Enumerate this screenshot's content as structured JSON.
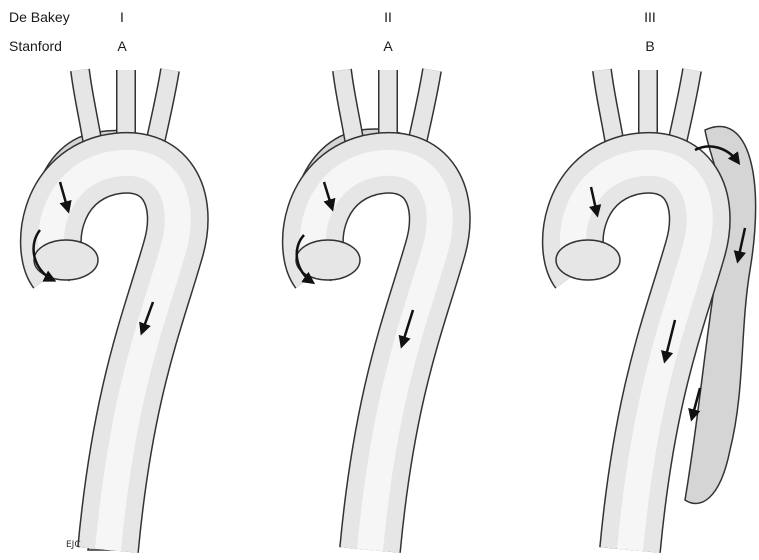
{
  "rows": {
    "debakey": "De Bakey",
    "stanford": "Stanford"
  },
  "columns": [
    {
      "debakey": "I",
      "stanford": "A"
    },
    {
      "debakey": "II",
      "stanford": "A"
    },
    {
      "debakey": "III",
      "stanford": "B"
    }
  ],
  "credit": "EJC",
  "colors": {
    "vessel_fill": "#e4e4e4",
    "vessel_outline": "#333333",
    "false_lumen_fill": "#d3d3d3",
    "arrow": "#111111"
  }
}
